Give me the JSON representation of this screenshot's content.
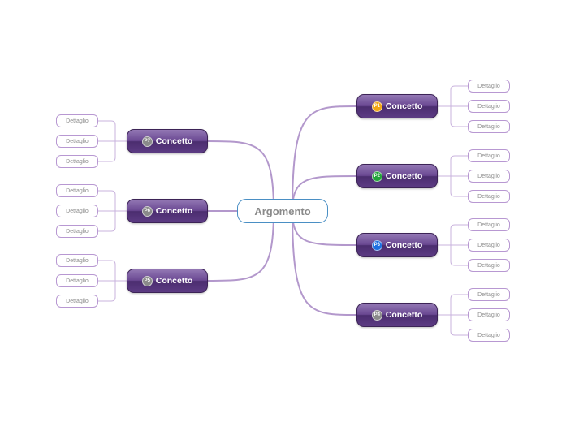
{
  "central": {
    "label": "Argomento"
  },
  "colors": {
    "connector": "#b398cc",
    "central_border": "#4a8fc4",
    "concept_fill": "#5c3b83",
    "detail_border": "#b898d2"
  },
  "concepts": [
    {
      "id": "p1",
      "badge": "P1",
      "badge_color": "#f2a614",
      "label": "Concetto",
      "side": "right",
      "details": [
        "Dettaglio",
        "Dettaglio",
        "Dettaglio"
      ]
    },
    {
      "id": "p2",
      "badge": "P2",
      "badge_color": "#23a33a",
      "label": "Concetto",
      "side": "right",
      "details": [
        "Dettaglio",
        "Dettaglio",
        "Dettaglio"
      ]
    },
    {
      "id": "p3",
      "badge": "P3",
      "badge_color": "#1c6fe0",
      "label": "Concetto",
      "side": "right",
      "details": [
        "Dettaglio",
        "Dettaglio",
        "Dettaglio"
      ]
    },
    {
      "id": "p4",
      "badge": "P4",
      "badge_color": "#8a8a8a",
      "label": "Concetto",
      "side": "right",
      "details": [
        "Dettaglio",
        "Dettaglio",
        "Dettaglio"
      ]
    },
    {
      "id": "p7",
      "badge": "P7",
      "badge_color": "#8a8a8a",
      "label": "Concetto",
      "side": "left",
      "details": [
        "Dettaglio",
        "Dettaglio",
        "Dettaglio"
      ]
    },
    {
      "id": "p6",
      "badge": "P6",
      "badge_color": "#8a8a8a",
      "label": "Concetto",
      "side": "left",
      "details": [
        "Dettaglio",
        "Dettaglio",
        "Dettaglio"
      ]
    },
    {
      "id": "p5",
      "badge": "P5",
      "badge_color": "#8a8a8a",
      "label": "Concetto",
      "side": "left",
      "details": [
        "Dettaglio",
        "Dettaglio",
        "Dettaglio"
      ]
    }
  ]
}
